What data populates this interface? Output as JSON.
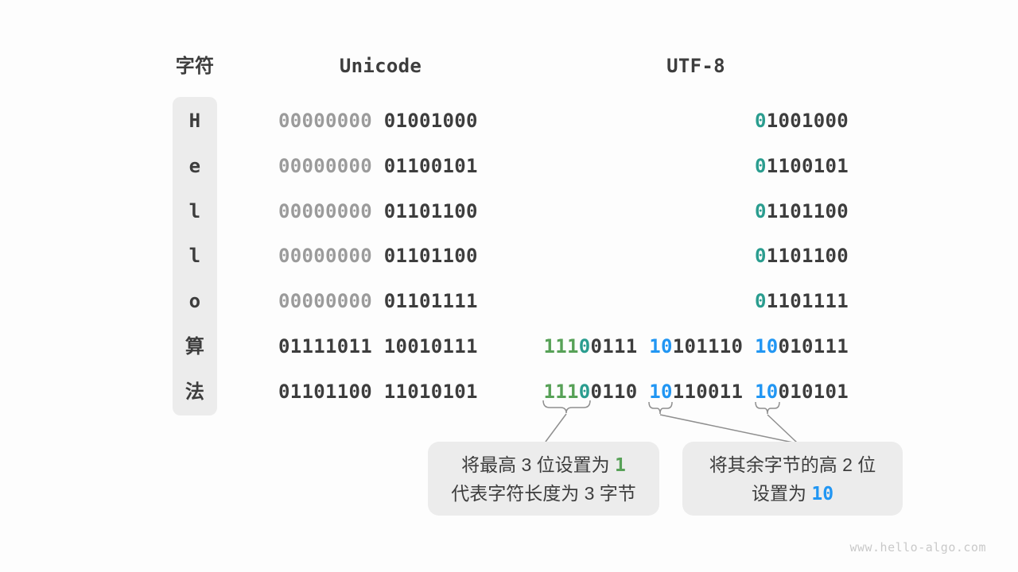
{
  "headers": {
    "char": "字符",
    "unicode": "Unicode",
    "utf8": "UTF-8"
  },
  "colors": {
    "dark_text": "#3d3d3d",
    "gray_leading_zeros": "#9b9b9b",
    "green_length_bits": "#57a157",
    "teal_terminator_bit": "#2a9d8f",
    "blue_continuation_bits": "#2196f3",
    "box_background": "#ececec",
    "connector_line": "#8f8f8f",
    "watermark": "#c9c9c9"
  },
  "table": {
    "rows": [
      {
        "char": "H",
        "unicode": [
          [
            {
              "t": "00000000",
              "c": "gray"
            }
          ],
          [
            {
              "t": "01001000",
              "c": "dark"
            }
          ]
        ],
        "utf8": [
          [
            {
              "t": "0",
              "c": "teal"
            },
            {
              "t": "1001000",
              "c": "dark"
            }
          ]
        ]
      },
      {
        "char": "e",
        "unicode": [
          [
            {
              "t": "00000000",
              "c": "gray"
            }
          ],
          [
            {
              "t": "01100101",
              "c": "dark"
            }
          ]
        ],
        "utf8": [
          [
            {
              "t": "0",
              "c": "teal"
            },
            {
              "t": "1100101",
              "c": "dark"
            }
          ]
        ]
      },
      {
        "char": "l",
        "unicode": [
          [
            {
              "t": "00000000",
              "c": "gray"
            }
          ],
          [
            {
              "t": "01101100",
              "c": "dark"
            }
          ]
        ],
        "utf8": [
          [
            {
              "t": "0",
              "c": "teal"
            },
            {
              "t": "1101100",
              "c": "dark"
            }
          ]
        ]
      },
      {
        "char": "l",
        "unicode": [
          [
            {
              "t": "00000000",
              "c": "gray"
            }
          ],
          [
            {
              "t": "01101100",
              "c": "dark"
            }
          ]
        ],
        "utf8": [
          [
            {
              "t": "0",
              "c": "teal"
            },
            {
              "t": "1101100",
              "c": "dark"
            }
          ]
        ]
      },
      {
        "char": "o",
        "unicode": [
          [
            {
              "t": "00000000",
              "c": "gray"
            }
          ],
          [
            {
              "t": "01101111",
              "c": "dark"
            }
          ]
        ],
        "utf8": [
          [
            {
              "t": "0",
              "c": "teal"
            },
            {
              "t": "1101111",
              "c": "dark"
            }
          ]
        ]
      },
      {
        "char": "算",
        "unicode": [
          [
            {
              "t": "01111011",
              "c": "dark"
            }
          ],
          [
            {
              "t": "10010111",
              "c": "dark"
            }
          ]
        ],
        "utf8": [
          [
            {
              "t": "111",
              "c": "green"
            },
            {
              "t": "0",
              "c": "teal"
            },
            {
              "t": "0111",
              "c": "dark"
            }
          ],
          [
            {
              "t": "10",
              "c": "blue"
            },
            {
              "t": "101110",
              "c": "dark"
            }
          ],
          [
            {
              "t": "10",
              "c": "blue"
            },
            {
              "t": "010111",
              "c": "dark"
            }
          ]
        ]
      },
      {
        "char": "法",
        "unicode": [
          [
            {
              "t": "01101100",
              "c": "dark"
            }
          ],
          [
            {
              "t": "11010101",
              "c": "dark"
            }
          ]
        ],
        "utf8": [
          [
            {
              "t": "111",
              "c": "green"
            },
            {
              "t": "0",
              "c": "teal"
            },
            {
              "t": "0110",
              "c": "dark"
            }
          ],
          [
            {
              "t": "10",
              "c": "blue"
            },
            {
              "t": "110011",
              "c": "dark"
            }
          ],
          [
            {
              "t": "10",
              "c": "blue"
            },
            {
              "t": "010101",
              "c": "dark"
            }
          ]
        ]
      }
    ]
  },
  "callouts": [
    {
      "lines": [
        [
          {
            "t": "将最高 3 位设置为 ",
            "c": "dark"
          },
          {
            "t": "1",
            "c": "green num"
          }
        ],
        [
          {
            "t": "代表字符长度为 3 字节",
            "c": "dark"
          }
        ]
      ]
    },
    {
      "lines": [
        [
          {
            "t": "将其余字节的高 2 位",
            "c": "dark"
          }
        ],
        [
          {
            "t": "设置为 ",
            "c": "dark"
          },
          {
            "t": "10",
            "c": "blue num"
          }
        ]
      ]
    }
  ],
  "watermark": "www.hello-algo.com"
}
